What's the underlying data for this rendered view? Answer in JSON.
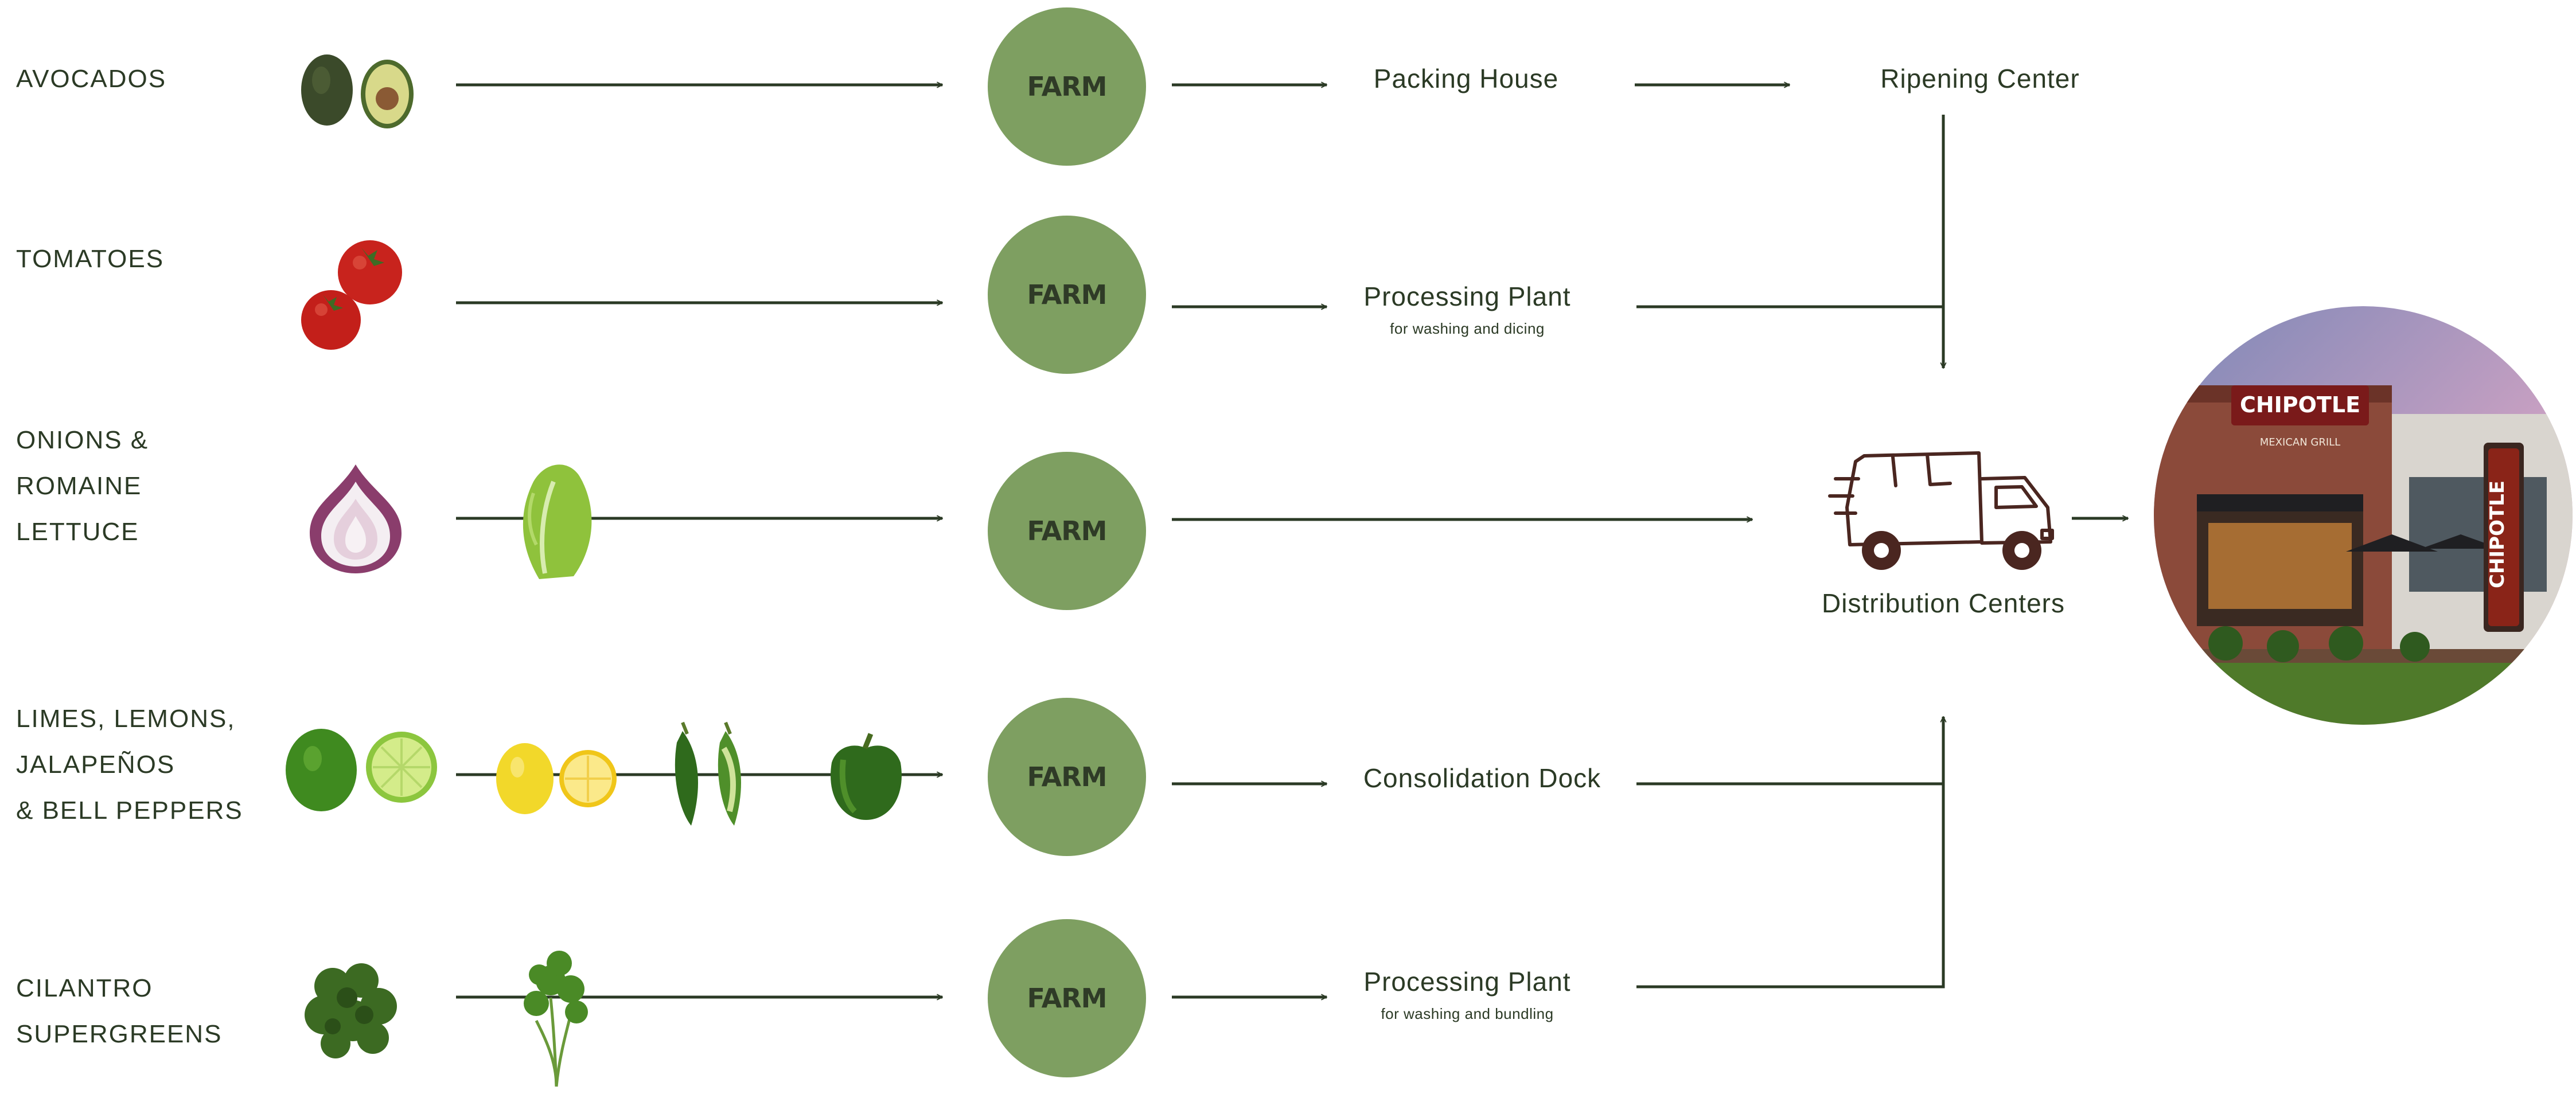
{
  "colors": {
    "farm": "#7e9f61",
    "line": "#2b3a25",
    "text": "#2b3a25"
  },
  "farm_label": "FARM",
  "rows": [
    {
      "id": "avocados",
      "label_lines": [
        "AVOCADOS"
      ],
      "stage": "Packing House",
      "stage_sub": "",
      "produce_icons": [
        "avocado-whole-icon",
        "avocado-half-icon"
      ]
    },
    {
      "id": "tomatoes",
      "label_lines": [
        "TOMATOES"
      ],
      "stage": "Processing Plant",
      "stage_sub": "for washing and dicing",
      "produce_icons": [
        "tomato-icon"
      ]
    },
    {
      "id": "onions",
      "label_lines": [
        "ONIONS &",
        "ROMAINE",
        "LETTUCE"
      ],
      "stage": "",
      "stage_sub": "",
      "produce_icons": [
        "onion-icon",
        "romaine-lettuce-icon"
      ]
    },
    {
      "id": "limes",
      "label_lines": [
        "LIMES, LEMONS,",
        "JALAPEÑOS",
        "& BELL PEPPERS"
      ],
      "stage": "Consolidation Dock",
      "stage_sub": "",
      "produce_icons": [
        "lime-icon",
        "lemon-icon",
        "jalapeno-icon",
        "bell-pepper-icon"
      ]
    },
    {
      "id": "cilantro",
      "label_lines": [
        "CILANTRO",
        "SUPERGREENS"
      ],
      "stage": "Processing Plant",
      "stage_sub": "for washing and bundling",
      "produce_icons": [
        "supergreens-icon",
        "cilantro-icon"
      ]
    }
  ],
  "ripening_center": "Ripening Center",
  "distribution_centers": "Distribution Centers",
  "restaurant": {
    "sign_text": "CHIPOTLE",
    "sign_sub": "MEXICAN GRILL",
    "icon": "restaurant-photo-icon"
  },
  "truck_icon": "delivery-truck-icon"
}
